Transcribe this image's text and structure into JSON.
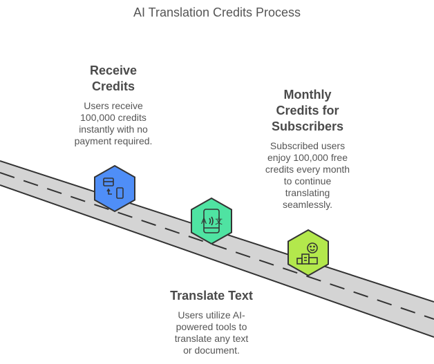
{
  "title": "AI Translation Credits Process",
  "steps": [
    {
      "heading": "Receive Credits",
      "heading_lines": [
        "Receive",
        "Credits"
      ],
      "body": "Users receive 100,000 credits instantly with no payment required.",
      "icon": "card-to-phone-icon",
      "color": "#4f8ef7"
    },
    {
      "heading": "Translate Text",
      "body": "Users utilize AI-powered tools to translate any text or document.",
      "icon": "phone-translate-icon",
      "color": "#4fe3a2"
    },
    {
      "heading": "Monthly Credits for Subscribers",
      "heading_lines": [
        "Monthly",
        "Credits for",
        "Subscribers"
      ],
      "body": "Subscribed users enjoy 100,000 free credits every month to continue translating seamlessly.",
      "icon": "happy-building-icon",
      "color": "#b3e84c"
    }
  ]
}
